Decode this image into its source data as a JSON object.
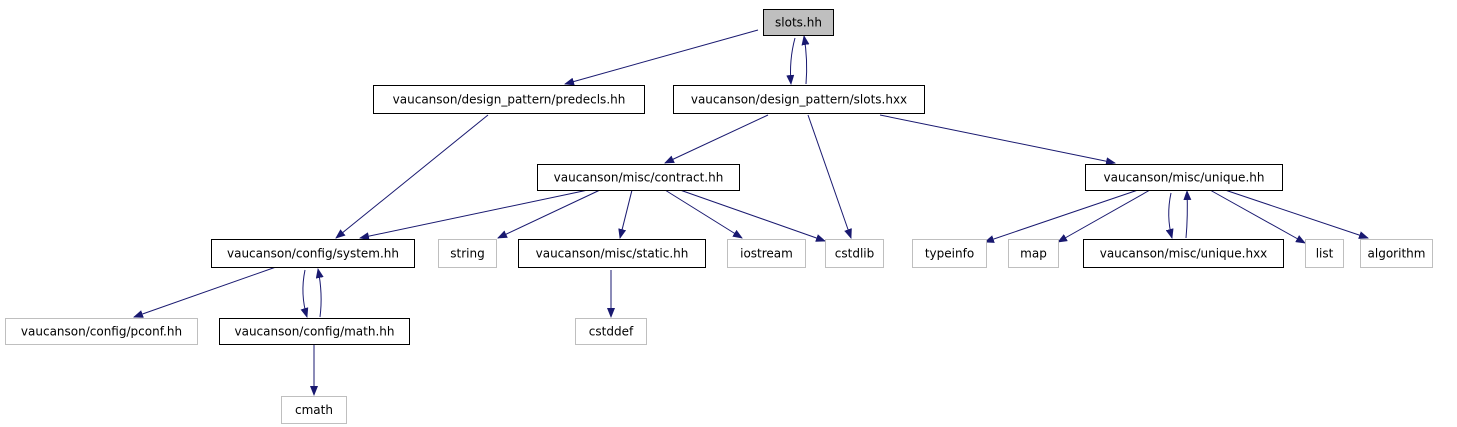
{
  "diagram": {
    "colors": {
      "edge": "#191970",
      "root_fill": "#bfbfbf",
      "node_border": "#000000",
      "external_border": "#bfbfbf",
      "text": "#000000",
      "background": "#ffffff"
    },
    "nodes": [
      {
        "id": "slots_hh",
        "label": "slots.hh",
        "kind": "root"
      },
      {
        "id": "predecls",
        "label": "vaucanson/design_pattern/predecls.hh",
        "kind": "header"
      },
      {
        "id": "slots_hxx",
        "label": "vaucanson/design_pattern/slots.hxx",
        "kind": "header"
      },
      {
        "id": "contract",
        "label": "vaucanson/misc/contract.hh",
        "kind": "header"
      },
      {
        "id": "unique_hh",
        "label": "vaucanson/misc/unique.hh",
        "kind": "header"
      },
      {
        "id": "system",
        "label": "vaucanson/config/system.hh",
        "kind": "header"
      },
      {
        "id": "string",
        "label": "string",
        "kind": "external"
      },
      {
        "id": "static",
        "label": "vaucanson/misc/static.hh",
        "kind": "header"
      },
      {
        "id": "iostream",
        "label": "iostream",
        "kind": "external"
      },
      {
        "id": "cstdlib",
        "label": "cstdlib",
        "kind": "external"
      },
      {
        "id": "typeinfo",
        "label": "typeinfo",
        "kind": "external"
      },
      {
        "id": "map",
        "label": "map",
        "kind": "external"
      },
      {
        "id": "unique_hxx",
        "label": "vaucanson/misc/unique.hxx",
        "kind": "header"
      },
      {
        "id": "list",
        "label": "list",
        "kind": "external"
      },
      {
        "id": "algorithm",
        "label": "algorithm",
        "kind": "external"
      },
      {
        "id": "pconf",
        "label": "vaucanson/config/pconf.hh",
        "kind": "external"
      },
      {
        "id": "math",
        "label": "vaucanson/config/math.hh",
        "kind": "header"
      },
      {
        "id": "cstddef",
        "label": "cstddef",
        "kind": "external"
      },
      {
        "id": "cmath",
        "label": "cmath",
        "kind": "external"
      }
    ],
    "edges": [
      {
        "from": "slots_hh",
        "to": "predecls"
      },
      {
        "from": "slots_hh",
        "to": "slots_hxx"
      },
      {
        "from": "slots_hxx",
        "to": "slots_hh"
      },
      {
        "from": "predecls",
        "to": "system"
      },
      {
        "from": "slots_hxx",
        "to": "contract"
      },
      {
        "from": "slots_hxx",
        "to": "cstdlib"
      },
      {
        "from": "slots_hxx",
        "to": "unique_hh"
      },
      {
        "from": "contract",
        "to": "system"
      },
      {
        "from": "contract",
        "to": "string"
      },
      {
        "from": "contract",
        "to": "static"
      },
      {
        "from": "contract",
        "to": "iostream"
      },
      {
        "from": "contract",
        "to": "cstdlib"
      },
      {
        "from": "unique_hh",
        "to": "typeinfo"
      },
      {
        "from": "unique_hh",
        "to": "map"
      },
      {
        "from": "unique_hh",
        "to": "unique_hxx"
      },
      {
        "from": "unique_hxx",
        "to": "unique_hh"
      },
      {
        "from": "unique_hh",
        "to": "list"
      },
      {
        "from": "unique_hh",
        "to": "algorithm"
      },
      {
        "from": "system",
        "to": "pconf"
      },
      {
        "from": "system",
        "to": "math"
      },
      {
        "from": "math",
        "to": "system"
      },
      {
        "from": "static",
        "to": "cstddef"
      },
      {
        "from": "math",
        "to": "cmath"
      }
    ]
  }
}
